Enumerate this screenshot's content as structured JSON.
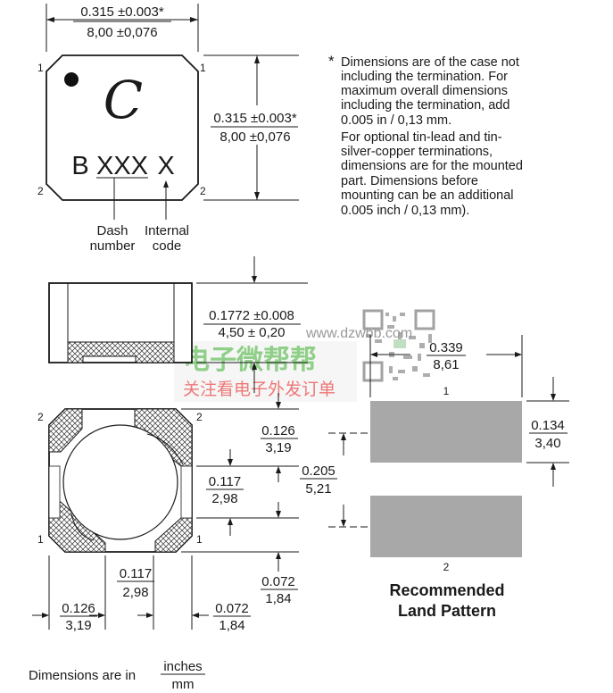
{
  "top_view": {
    "width_in": "0.315 ±0.003*",
    "width_mm": "8,00 ±0,076",
    "height_in": "0.315 ±0.003*",
    "height_mm": "8,00 ±0,076",
    "marking_prefix": "B",
    "marking_dash": "XXX",
    "marking_code": "X",
    "logo_letter": "C",
    "dash_label_1": "Dash",
    "dash_label_2": "number",
    "code_label_1": "Internal",
    "code_label_2": "code",
    "pin1": "1",
    "pin2": "2"
  },
  "note": {
    "asterisk": "*",
    "lines": [
      "Dimensions are of the case not",
      "including the termination. For",
      "maximum overall dimensions",
      "including the termination, add",
      "0.005 in / 0,13 mm.",
      "For optional tin-lead and tin-",
      "silver-copper terminations,",
      "dimensions are for the mounted",
      "part. Dimensions before",
      "mounting can be an additional",
      "0.005 inch / 0,13 mm)."
    ]
  },
  "side_view": {
    "height_in": "0.1772 ±0.008",
    "height_mm": "4,50 ± 0,20"
  },
  "bottom_view": {
    "pin1": "1",
    "pin2": "2",
    "d1_in": "0.126",
    "d1_mm": "3,19",
    "d2_in": "0.117",
    "d2_mm": "2,98",
    "d3_in": "0.072",
    "d3_mm": "1,84",
    "h1_in": "0.126",
    "h1_mm": "3,19",
    "h2_in": "0.117",
    "h2_mm": "2,98",
    "h3_in": "0.072",
    "h3_mm": "1,84"
  },
  "land_pattern": {
    "width_in": "0.339",
    "width_mm": "8,61",
    "pad_in": "0.134",
    "pad_mm": "3,40",
    "pitch_in": "0.205",
    "pitch_mm": "5,21",
    "pin1": "1",
    "pin2": "2",
    "title_1": "Recommended",
    "title_2": "Land Pattern",
    "pad_color": "#a8a8a8"
  },
  "footer": {
    "label": "Dimensions are in",
    "unit_top": "inches",
    "unit_bottom": "mm"
  },
  "watermark": {
    "url": "www.dzwbb.com",
    "brand": "电子微帮帮",
    "slogan": "关注看电子外发订单"
  }
}
